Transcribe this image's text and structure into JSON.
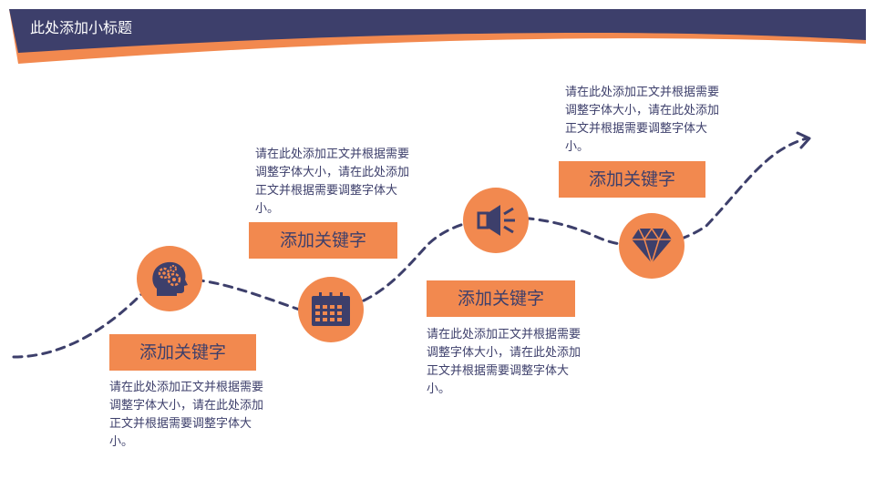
{
  "header": {
    "title": "此处添加小标题"
  },
  "colors": {
    "navy": "#3d3f6b",
    "orange": "#f2894f",
    "text": "#3d3f6b"
  },
  "steps": [
    {
      "icon": "gears-head-icon",
      "keyword": "添加关键字",
      "text": "请在此处添加正文并根据需要调整字体大小，请在此处添加正文并根据需要调整字体大小。"
    },
    {
      "icon": "calendar-icon",
      "keyword": "添加关键字",
      "text": "请在此处添加正文并根据需要调整字体大小，请在此处添加正文并根据需要调整字体大小。"
    },
    {
      "icon": "megaphone-icon",
      "keyword": "添加关键字",
      "text": "请在此处添加正文并根据需要调整字体大小，请在此处添加正文并根据需要调整字体大小。"
    },
    {
      "icon": "diamond-icon",
      "keyword": "添加关键字",
      "text": "请在此处添加正文并根据需要调整字体大小，请在此处添加正文并根据需要调整字体大小。"
    }
  ]
}
